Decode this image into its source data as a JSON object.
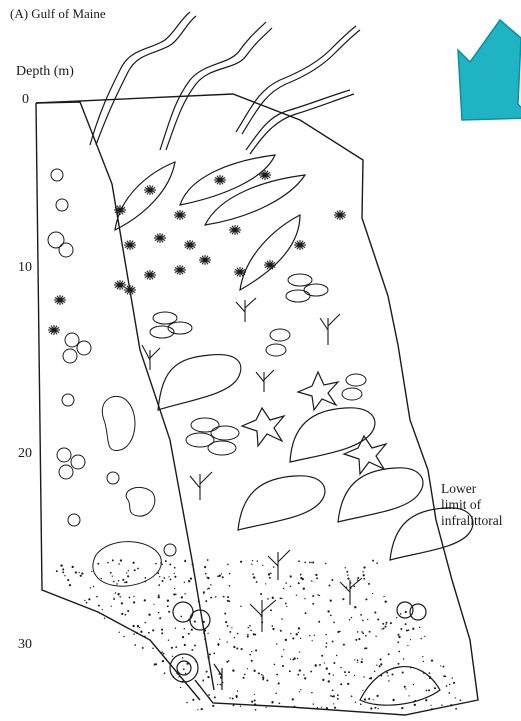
{
  "figure": {
    "title": "(A) Gulf of Maine",
    "depth_axis": {
      "title": "Depth (m)",
      "ticks": [
        "0",
        "10",
        "20",
        "30"
      ]
    },
    "annotation": [
      "Lower",
      "limit of",
      "infralittoral"
    ]
  },
  "pointer_arrow": {
    "color": "#1fb3c4",
    "direction": "down-left"
  },
  "colors": {
    "ink": "#1a1a1a",
    "background": "#ffffff"
  }
}
